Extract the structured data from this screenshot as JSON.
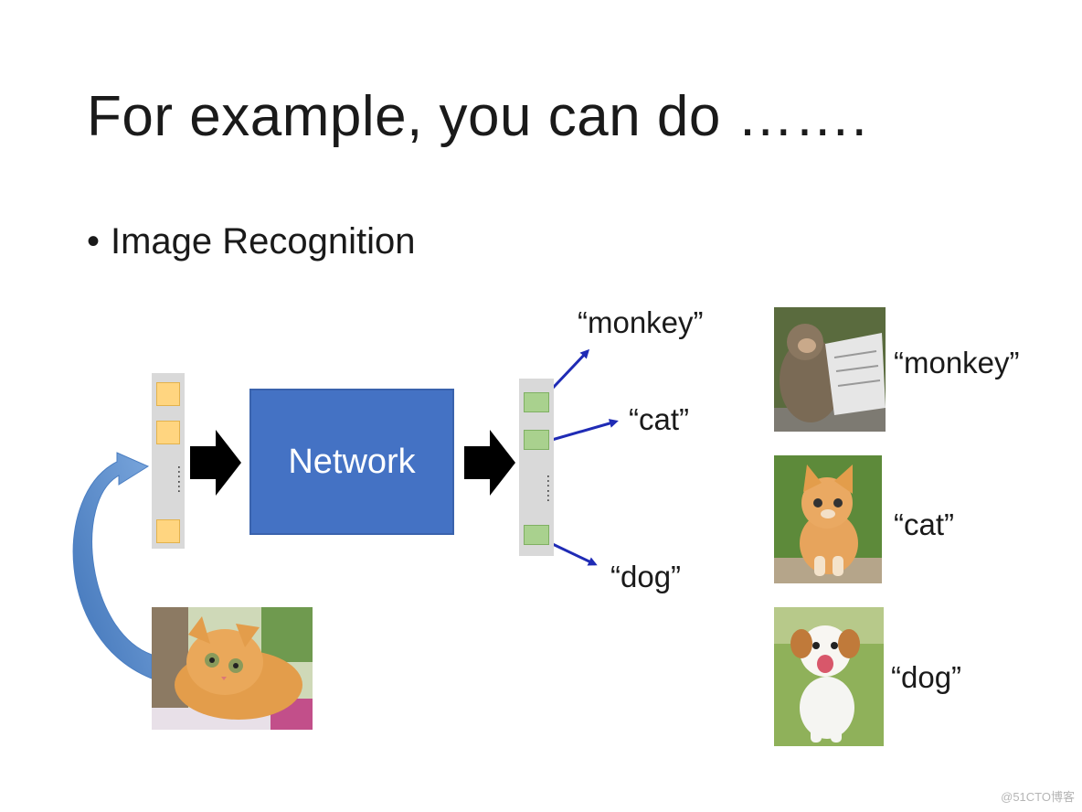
{
  "slide": {
    "title": "For example, you can do …….",
    "bullet_symbol": "•",
    "bullet_text": "Image Recognition"
  },
  "diagram": {
    "network_label": "Network",
    "input_dots": "……",
    "output_dots": "……",
    "output_labels": {
      "monkey": "“monkey”",
      "cat": "“cat”",
      "dog": "“dog”"
    }
  },
  "examples": [
    {
      "label": "“monkey”",
      "icon": "monkey-photo"
    },
    {
      "label": "“cat”",
      "icon": "kitten-photo"
    },
    {
      "label": "“dog”",
      "icon": "puppy-photo"
    }
  ],
  "colors": {
    "network_fill": "#4472c4",
    "input_cells": "#ffd580",
    "output_cells": "#a9d18e",
    "arrow_blue": "#1f2bb5",
    "curve_arrow": "#5b8fd0"
  },
  "watermark": "@51CTO博客"
}
